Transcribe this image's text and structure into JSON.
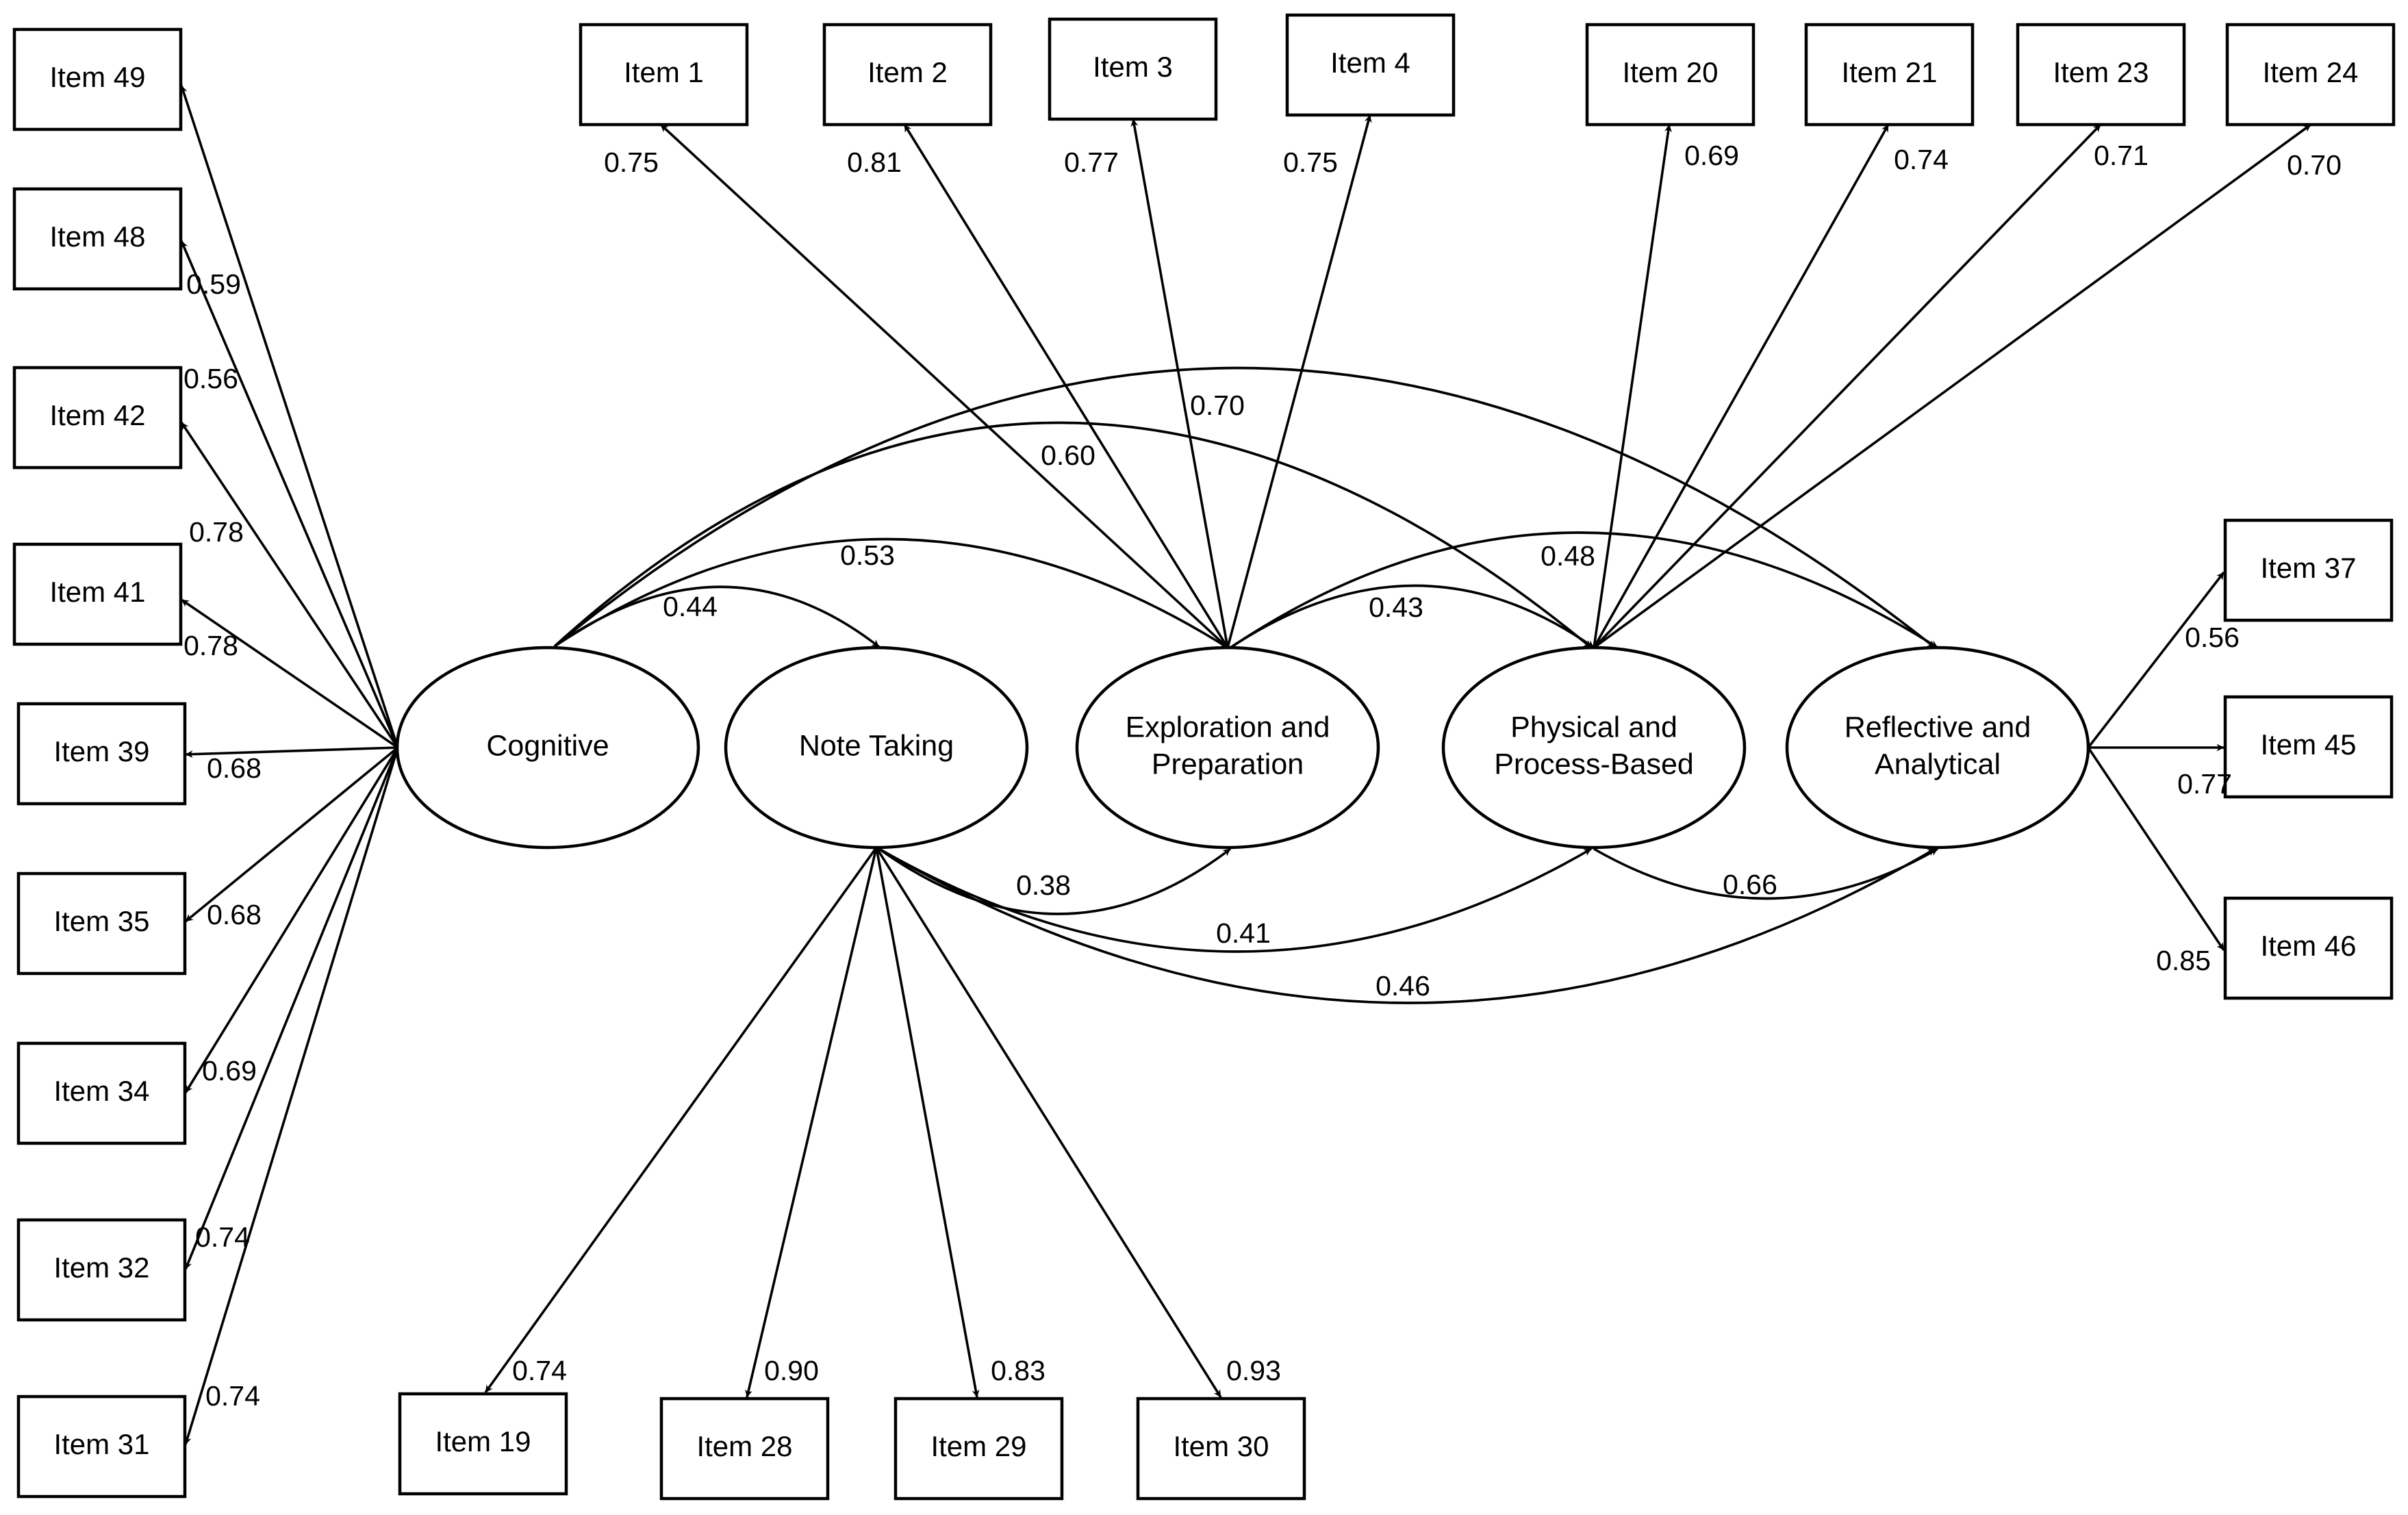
{
  "factors": [
    {
      "id": "cog",
      "label": [
        "Cognitive"
      ]
    },
    {
      "id": "note",
      "label": [
        "Note Taking"
      ]
    },
    {
      "id": "exp",
      "label": [
        "Exploration and",
        "Preparation"
      ]
    },
    {
      "id": "phys",
      "label": [
        "Physical and",
        "Process-Based"
      ]
    },
    {
      "id": "refl",
      "label": [
        "Reflective and",
        "Analytical"
      ]
    }
  ],
  "items": [
    {
      "id": "i49",
      "label": "Item 49"
    },
    {
      "id": "i48",
      "label": "Item 48"
    },
    {
      "id": "i42",
      "label": "Item 42"
    },
    {
      "id": "i41",
      "label": "Item 41"
    },
    {
      "id": "i39",
      "label": "Item 39"
    },
    {
      "id": "i35",
      "label": "Item 35"
    },
    {
      "id": "i34",
      "label": "Item 34"
    },
    {
      "id": "i32",
      "label": "Item 32"
    },
    {
      "id": "i31",
      "label": "Item 31"
    },
    {
      "id": "i1",
      "label": "Item 1"
    },
    {
      "id": "i2",
      "label": "Item 2"
    },
    {
      "id": "i3",
      "label": "Item 3"
    },
    {
      "id": "i4",
      "label": "Item 4"
    },
    {
      "id": "i20",
      "label": "Item 20"
    },
    {
      "id": "i21",
      "label": "Item 21"
    },
    {
      "id": "i23",
      "label": "Item 23"
    },
    {
      "id": "i24",
      "label": "Item 24"
    },
    {
      "id": "i37",
      "label": "Item 37"
    },
    {
      "id": "i45",
      "label": "Item 45"
    },
    {
      "id": "i46",
      "label": "Item 46"
    },
    {
      "id": "i19",
      "label": "Item 19"
    },
    {
      "id": "i28",
      "label": "Item 28"
    },
    {
      "id": "i29",
      "label": "Item 29"
    },
    {
      "id": "i30",
      "label": "Item 30"
    }
  ],
  "loadings": [
    {
      "from": "cog",
      "to": "i49",
      "value": "0.59"
    },
    {
      "from": "cog",
      "to": "i48",
      "value": "0.56"
    },
    {
      "from": "cog",
      "to": "i42",
      "value": "0.78"
    },
    {
      "from": "cog",
      "to": "i41",
      "value": "0.78"
    },
    {
      "from": "cog",
      "to": "i39",
      "value": "0.68"
    },
    {
      "from": "cog",
      "to": "i35",
      "value": "0.68"
    },
    {
      "from": "cog",
      "to": "i34",
      "value": "0.69"
    },
    {
      "from": "cog",
      "to": "i32",
      "value": "0.74"
    },
    {
      "from": "cog",
      "to": "i31",
      "value": "0.74"
    },
    {
      "from": "exp",
      "to": "i1",
      "value": "0.75"
    },
    {
      "from": "exp",
      "to": "i2",
      "value": "0.81"
    },
    {
      "from": "exp",
      "to": "i3",
      "value": "0.77"
    },
    {
      "from": "exp",
      "to": "i4",
      "value": "0.75"
    },
    {
      "from": "phys",
      "to": "i20",
      "value": "0.69"
    },
    {
      "from": "phys",
      "to": "i21",
      "value": "0.74"
    },
    {
      "from": "phys",
      "to": "i23",
      "value": "0.71"
    },
    {
      "from": "phys",
      "to": "i24",
      "value": "0.70"
    },
    {
      "from": "refl",
      "to": "i37",
      "value": "0.56"
    },
    {
      "from": "refl",
      "to": "i45",
      "value": "0.77"
    },
    {
      "from": "refl",
      "to": "i46",
      "value": "0.85"
    },
    {
      "from": "note",
      "to": "i19",
      "value": "0.74"
    },
    {
      "from": "note",
      "to": "i28",
      "value": "0.90"
    },
    {
      "from": "note",
      "to": "i29",
      "value": "0.83"
    },
    {
      "from": "note",
      "to": "i30",
      "value": "0.93"
    }
  ],
  "correlations": [
    {
      "a": "cog",
      "b": "note",
      "value": "0.44"
    },
    {
      "a": "cog",
      "b": "exp",
      "value": "0.53"
    },
    {
      "a": "cog",
      "b": "phys",
      "value": "0.60"
    },
    {
      "a": "cog",
      "b": "refl",
      "value": "0.70"
    },
    {
      "a": "exp",
      "b": "phys",
      "value": "0.43"
    },
    {
      "a": "exp",
      "b": "refl",
      "value": "0.48"
    },
    {
      "a": "note",
      "b": "exp",
      "value": "0.38"
    },
    {
      "a": "note",
      "b": "phys",
      "value": "0.41"
    },
    {
      "a": "note",
      "b": "refl",
      "value": "0.46"
    },
    {
      "a": "phys",
      "b": "refl",
      "value": "0.66"
    }
  ]
}
